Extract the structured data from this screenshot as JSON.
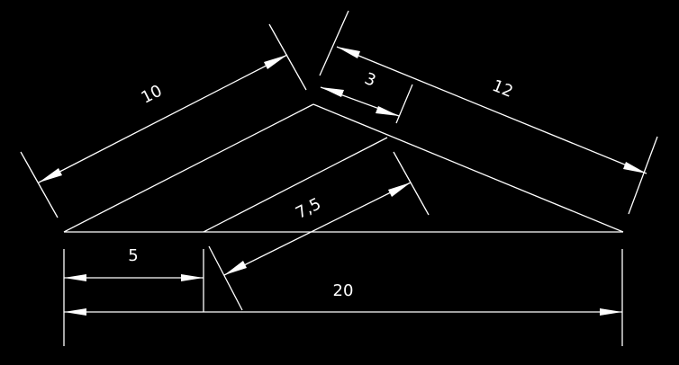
{
  "colors": {
    "background": "#000000",
    "line": "#ffffff",
    "text": "#ffffff"
  },
  "dimensions": {
    "left_rafter": "10",
    "right_rafter": "12",
    "upper_right_segment": "3",
    "inner_strut": "7,5",
    "left_base_segment": "5",
    "overall_base": "20"
  }
}
